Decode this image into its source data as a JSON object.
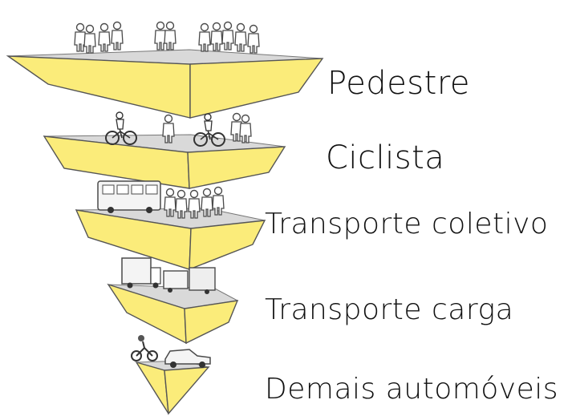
{
  "tiers": [
    {
      "label": "Pedestre",
      "content": "pedestrians"
    },
    {
      "label": "Ciclista",
      "content": "cyclists"
    },
    {
      "label": "Transporte coletivo",
      "content": "bus-and-passengers"
    },
    {
      "label": "Transporte carga",
      "content": "trucks-and-vans"
    },
    {
      "label": "Demais automóveis",
      "content": "motorcycles-and-cars"
    }
  ],
  "colors": {
    "tier_fill": "#fbec7a",
    "tier_outline": "#555555",
    "platform_fill": "#d9d9d9",
    "sketch_stroke": "#4a4a4a",
    "label_text": "#111111"
  }
}
